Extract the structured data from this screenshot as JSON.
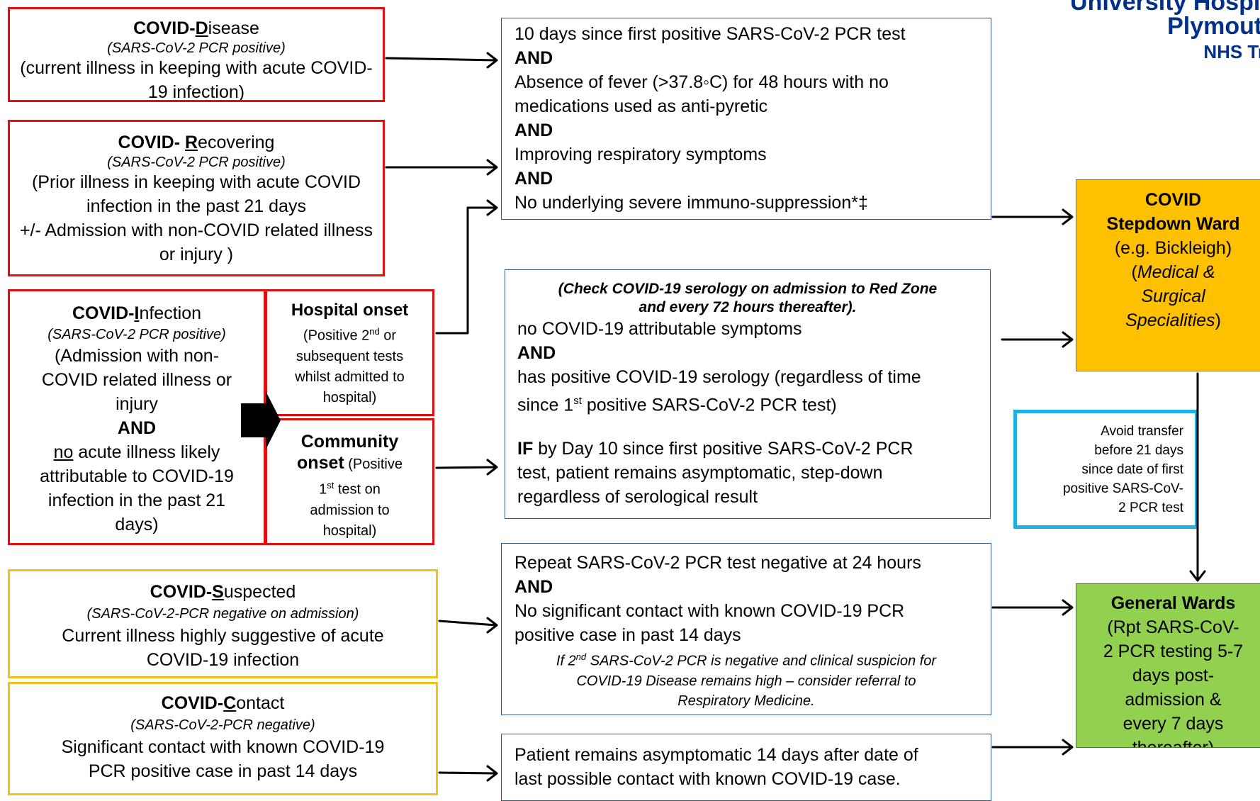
{
  "logo": {
    "line1": "University Hospital",
    "line2": "Plymouth",
    "line3": "NHS Trust"
  },
  "disease": {
    "title_prefix": "COVID-",
    "title_key": "D",
    "title_rest": "isease",
    "pcr": "(SARS-CoV-2 PCR positive)",
    "desc1": "(current illness in keeping with acute COVID-",
    "desc2": "19 infection)"
  },
  "recovering": {
    "title_prefix": "COVID- ",
    "title_key": "R",
    "title_rest": "ecovering",
    "pcr": "(SARS-CoV-2 PCR positive)",
    "line1": "(Prior illness in keeping with  acute COVID",
    "line2": "infection in the past 21 days",
    "line3": "+/- Admission with non-COVID related illness",
    "line4": "or injury  )"
  },
  "infection": {
    "title_prefix": "COVID-",
    "title_key": "I",
    "title_rest": "nfection",
    "pcr": "(SARS-CoV-2 PCR positive)",
    "line1": "(Admission with non-",
    "line2": "COVID related illness or",
    "line3": "injury",
    "and": "AND",
    "no": "no",
    "line4_rest": " acute illness likely",
    "line5": "attributable  to COVID-19",
    "line6": "infection in the past 21",
    "line7": "days)"
  },
  "hospital_onset": {
    "title": "Hospital onset",
    "line1a": "(Positive  2",
    "line1sup": "nd",
    "line1b": " or",
    "line2": "subsequent tests",
    "line3": "whilst admitted to",
    "line4": "hospital)"
  },
  "community_onset": {
    "title1": "Community",
    "title2": "onset",
    "line1rest": " (Positive",
    "line2a": "1",
    "line2sup": "st",
    "line2b": " test on",
    "line3": "admission to",
    "line4": "hospital)"
  },
  "suspected": {
    "title_prefix": "COVID-",
    "title_key": "S",
    "title_rest": "uspected",
    "pcr": "(SARS-CoV-2-PCR negative on admission)",
    "line1": "Current illness highly suggestive of acute",
    "line2": "COVID-19 infection"
  },
  "contact": {
    "title_prefix": "COVID-",
    "title_key": "C",
    "title_rest": "ontact",
    "pcr": "(SARS-CoV-2-PCR negative)",
    "line1": "Significant contact with known COVID-19",
    "line2": "PCR positive case in past 14 days"
  },
  "criteria1": {
    "line1": "10 days since first positive SARS-CoV-2 PCR test",
    "and1": "AND",
    "line2": "Absence of fever (>37.8◦C) for 48 hours with no",
    "line3": "medications used as anti-pyretic",
    "and2": "AND",
    "line4": "Improving respiratory symptoms",
    "and3": "AND",
    "line5": "No underlying severe immuno-suppression*‡"
  },
  "criteria2": {
    "note1": "(Check COVID-19 serology on admission to Red Zone",
    "note2": "and every 72 hours thereafter).",
    "line1": "no COVID-19 attributable symptoms",
    "and1": "AND",
    "line2": "has positive COVID-19 serology (regardless of time",
    "line3a": "since 1",
    "line3sup": "st",
    "line3b": " positive SARS-CoV-2 PCR test)",
    "if": "IF",
    "line4rest": " by Day 10 since first positive SARS-CoV-2 PCR",
    "line5": "test, patient remains asymptomatic, step-down",
    "line6": "regardless of serological result"
  },
  "criteria3": {
    "line1": "Repeat SARS-CoV-2 PCR test negative at 24 hours",
    "and1": "AND",
    "line2": "No significant contact with known COVID-19 PCR",
    "line3": "positive case in past 14 days",
    "note1a": "If 2",
    "note1sup": "nd",
    "note1b": " SARS-CoV-2 PCR is negative and clinical suspicion for",
    "note2": "COVID-19 Disease remains high – consider referral to",
    "note3": "Respiratory Medicine."
  },
  "criteria4": {
    "line1": "Patient remains asymptomatic 14 days after date of",
    "line2": "last possible contact with known COVID-19 case."
  },
  "stepdown": {
    "title1": "COVID",
    "title2": "Stepdown Ward",
    "line1": "(e.g. Bickleigh)",
    "line2a": "(",
    "line2b": "Medical &",
    "line3": "Surgical",
    "line4a": "Specialities",
    "line4b": ")"
  },
  "avoid": {
    "line1": "Avoid transfer",
    "line2": "before 21 days",
    "line3": "since date of first",
    "line4": "positive SARS-CoV-",
    "line5": "2 PCR test"
  },
  "general": {
    "title": "General Wards",
    "line1": "(Rpt SARS-CoV-",
    "line2": "2 PCR testing 5-7",
    "line3": "days post-",
    "line4": "admission &",
    "line5": "every 7 days",
    "line6": "thereafter)"
  },
  "colors": {
    "red_border": "#e01010",
    "yellow_border": "#f2c21b",
    "blue_border": "#2f5597",
    "cyan_border": "#1fb0e6",
    "stepdown_fill": "#ffc000",
    "general_fill": "#92d050",
    "nhs_blue": "#003087"
  }
}
